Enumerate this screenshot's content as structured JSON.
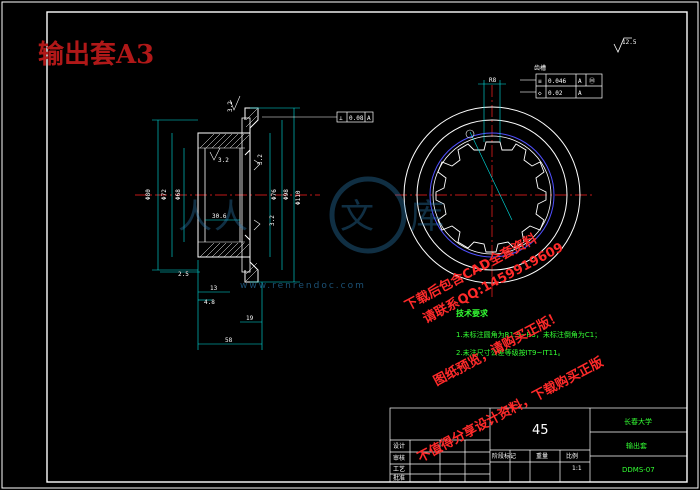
{
  "drawing_title": "输出套A3",
  "roughness_symbol": "12.5",
  "tolerance_frame_top": {
    "symbol": "⊥",
    "value": "0.08",
    "datum": "A"
  },
  "tolerance_table": {
    "label": "齿槽",
    "rows": [
      {
        "symbol": "≡",
        "value": "0.046",
        "datum": "A",
        "extra": "Ⓜ"
      },
      {
        "symbol": "◇",
        "value": "0.02",
        "datum": "A"
      }
    ]
  },
  "dims_left": {
    "d1": "3.2",
    "d2": "3.2",
    "d3": "3.2",
    "d4": "3.2",
    "dia_outer": "Φ80",
    "dia_a": "Φ72",
    "dia_b": "Φ68",
    "dia_c": "Φ76",
    "dia_d": "Φ98",
    "dia_e": "Φ110",
    "inner_w": "30.6",
    "w_25": "2.5",
    "w_13": "13",
    "w_48": "4.8",
    "w_19": "19",
    "w_58": "58"
  },
  "dim_top_right": "R8",
  "watermark_url": "www.renrendoc.com",
  "watermark_lines": [
    "下载后包含CAD全套资料",
    "请联系QQ:1459919609",
    "图纸预览，请购买正版！",
    "不值得分享设计资料，下载购买正版"
  ],
  "tech_req": {
    "heading": "技术要求",
    "items": [
      "1.未标注圆角为R1.5~R3，未标注倒角为C1；",
      "2.未注尺寸公差等级按IT9~IT11。"
    ]
  },
  "title_block": {
    "material": "45",
    "school": "长春大学",
    "part_name": "输出套",
    "drawing_no": "DDMS-07",
    "scale": "1:1",
    "row_labels": [
      "设计",
      "审核",
      "工艺",
      "批准"
    ],
    "header_labels": [
      "阶段标记",
      "重量",
      "比例"
    ]
  },
  "colors": {
    "outline": "#ffffff",
    "centerline": "#ff2020",
    "dimension": "#00e5e5",
    "hatch": "#ffffff",
    "circle_hl": "#5050ff",
    "watermark": "#ff2a2a",
    "notes": "#33ff33"
  }
}
